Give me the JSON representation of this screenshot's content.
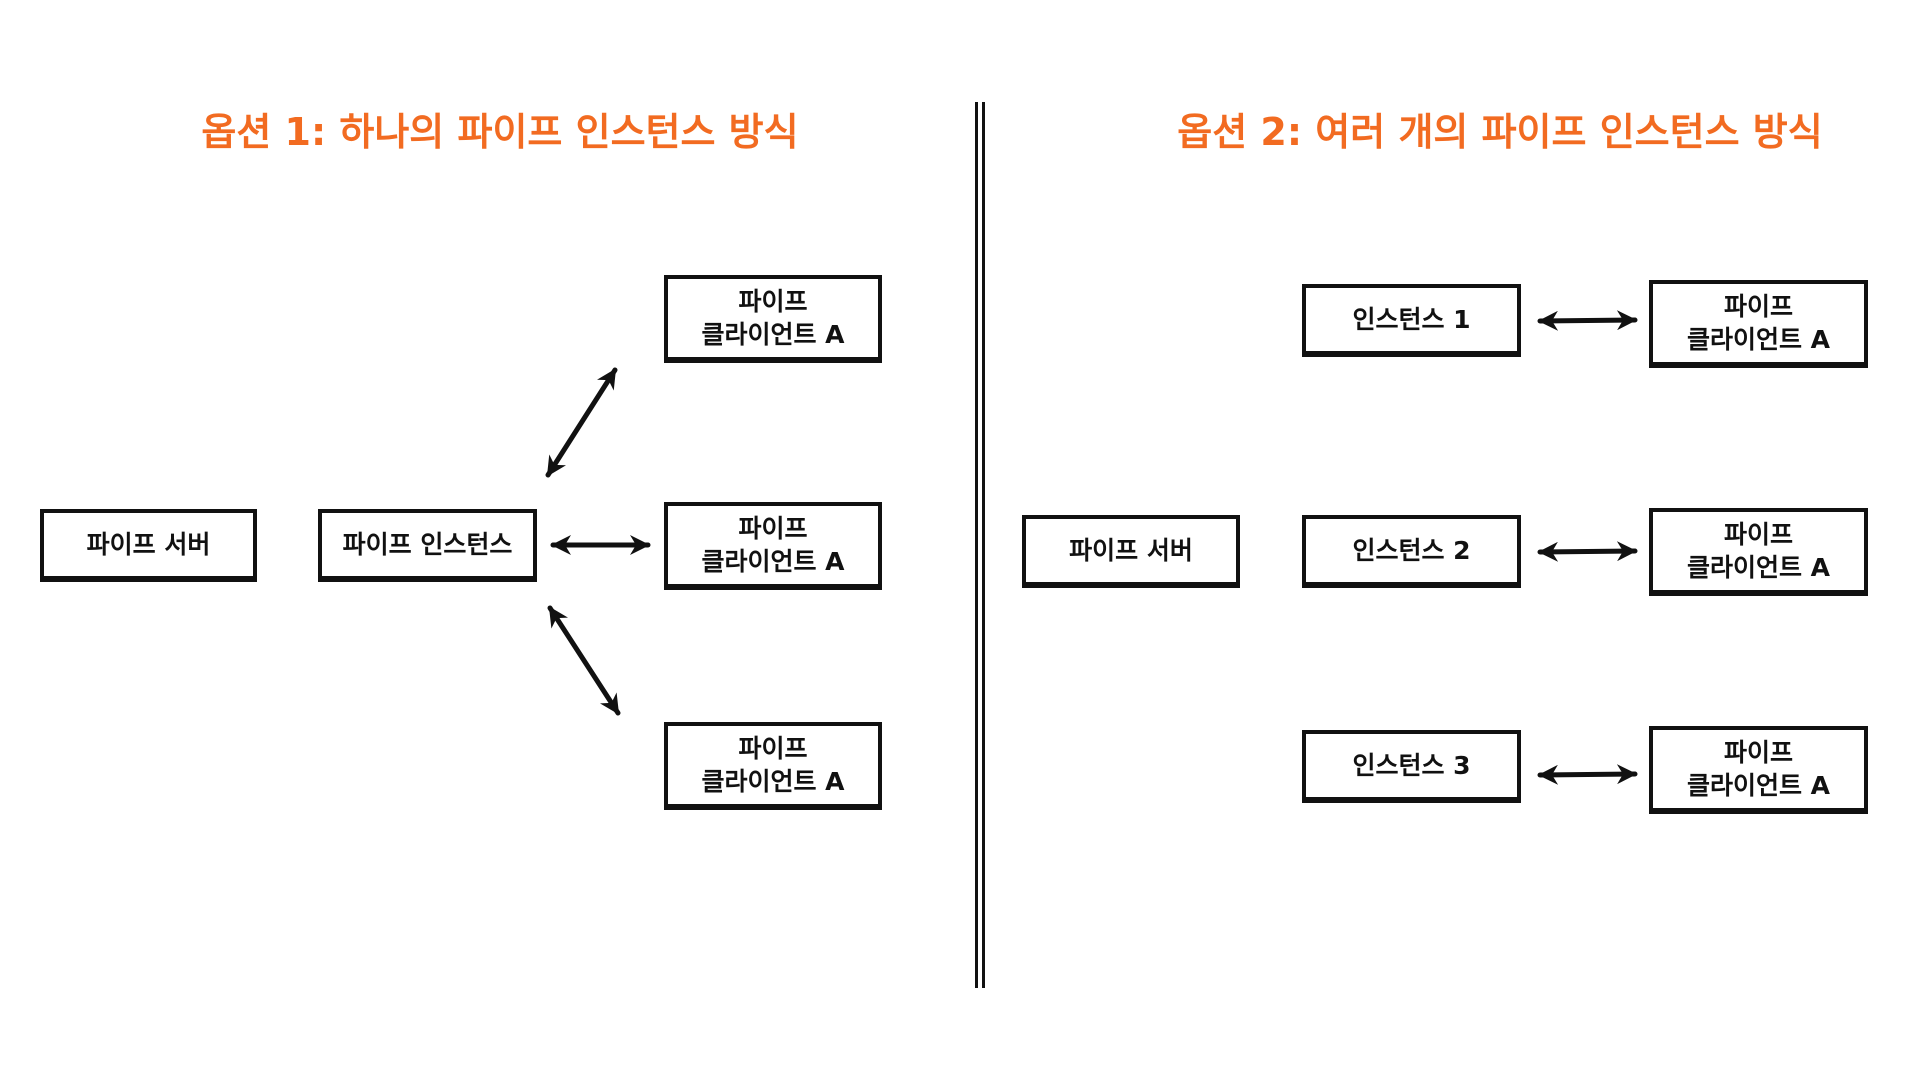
{
  "colors": {
    "title": "#F26B21",
    "stroke": "#111111",
    "background": "#FFFFFF"
  },
  "option1": {
    "title": "옵션 1: 하나의 파이프 인스턴스 방식",
    "server": "파이프 서버",
    "instance": "파이프 인스턴스",
    "clients": [
      {
        "line1": "파이프",
        "line2": "클라이언트  A"
      },
      {
        "line1": "파이프",
        "line2": "클라이언트  A"
      },
      {
        "line1": "파이프",
        "line2": "클라이언트  A"
      }
    ]
  },
  "option2": {
    "title": "옵션 2: 여러 개의 파이프 인스턴스 방식",
    "server": "파이프 서버",
    "instances": [
      "인스턴스 1",
      "인스턴스 2",
      "인스턴스 3"
    ],
    "clients": [
      {
        "line1": "파이프",
        "line2": "클라이언트  A"
      },
      {
        "line1": "파이프",
        "line2": "클라이언트  A"
      },
      {
        "line1": "파이프",
        "line2": "클라이언트  A"
      }
    ]
  }
}
